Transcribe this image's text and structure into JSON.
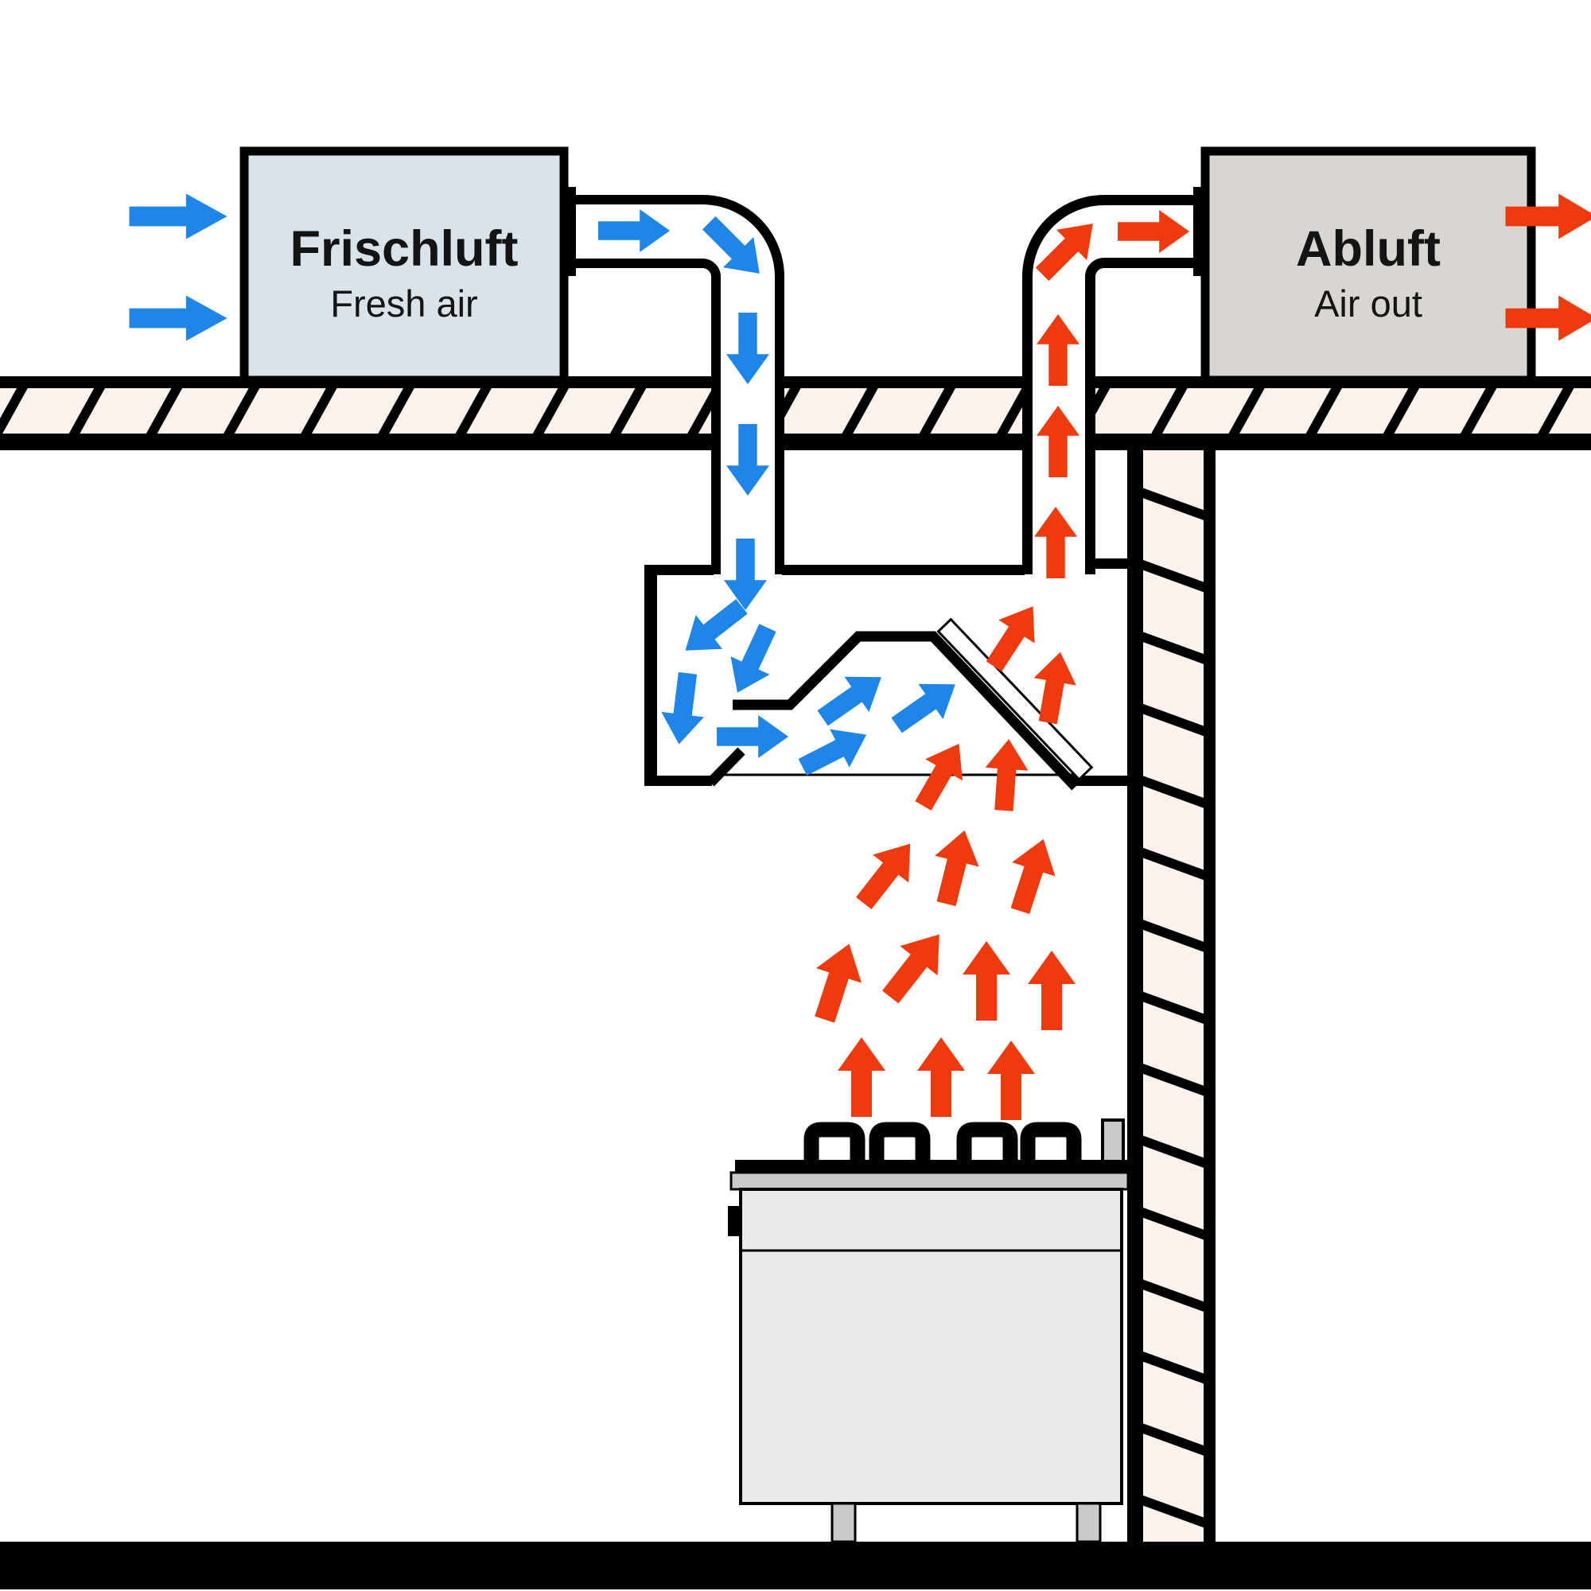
{
  "boxes": {
    "fresh": {
      "title": "Frischluft",
      "subtitle": "Fresh air",
      "fill": "#d9e3e9"
    },
    "exhaust": {
      "title": "Abluft",
      "subtitle": "Air out",
      "fill": "#d9d5d1"
    }
  },
  "colors": {
    "fresh_air_blue": "#1d86e8",
    "exhaust_red": "#ee3a0c",
    "outline_black": "#000000",
    "hatch_pink": "#fbf2ee",
    "stove_body_gray": "#e9e9e9",
    "stove_trim_gray": "#c9c9c9"
  },
  "icons": {
    "fresh_air_arrow_glyph": "➜",
    "exhaust_arrow_glyph": "➜"
  }
}
